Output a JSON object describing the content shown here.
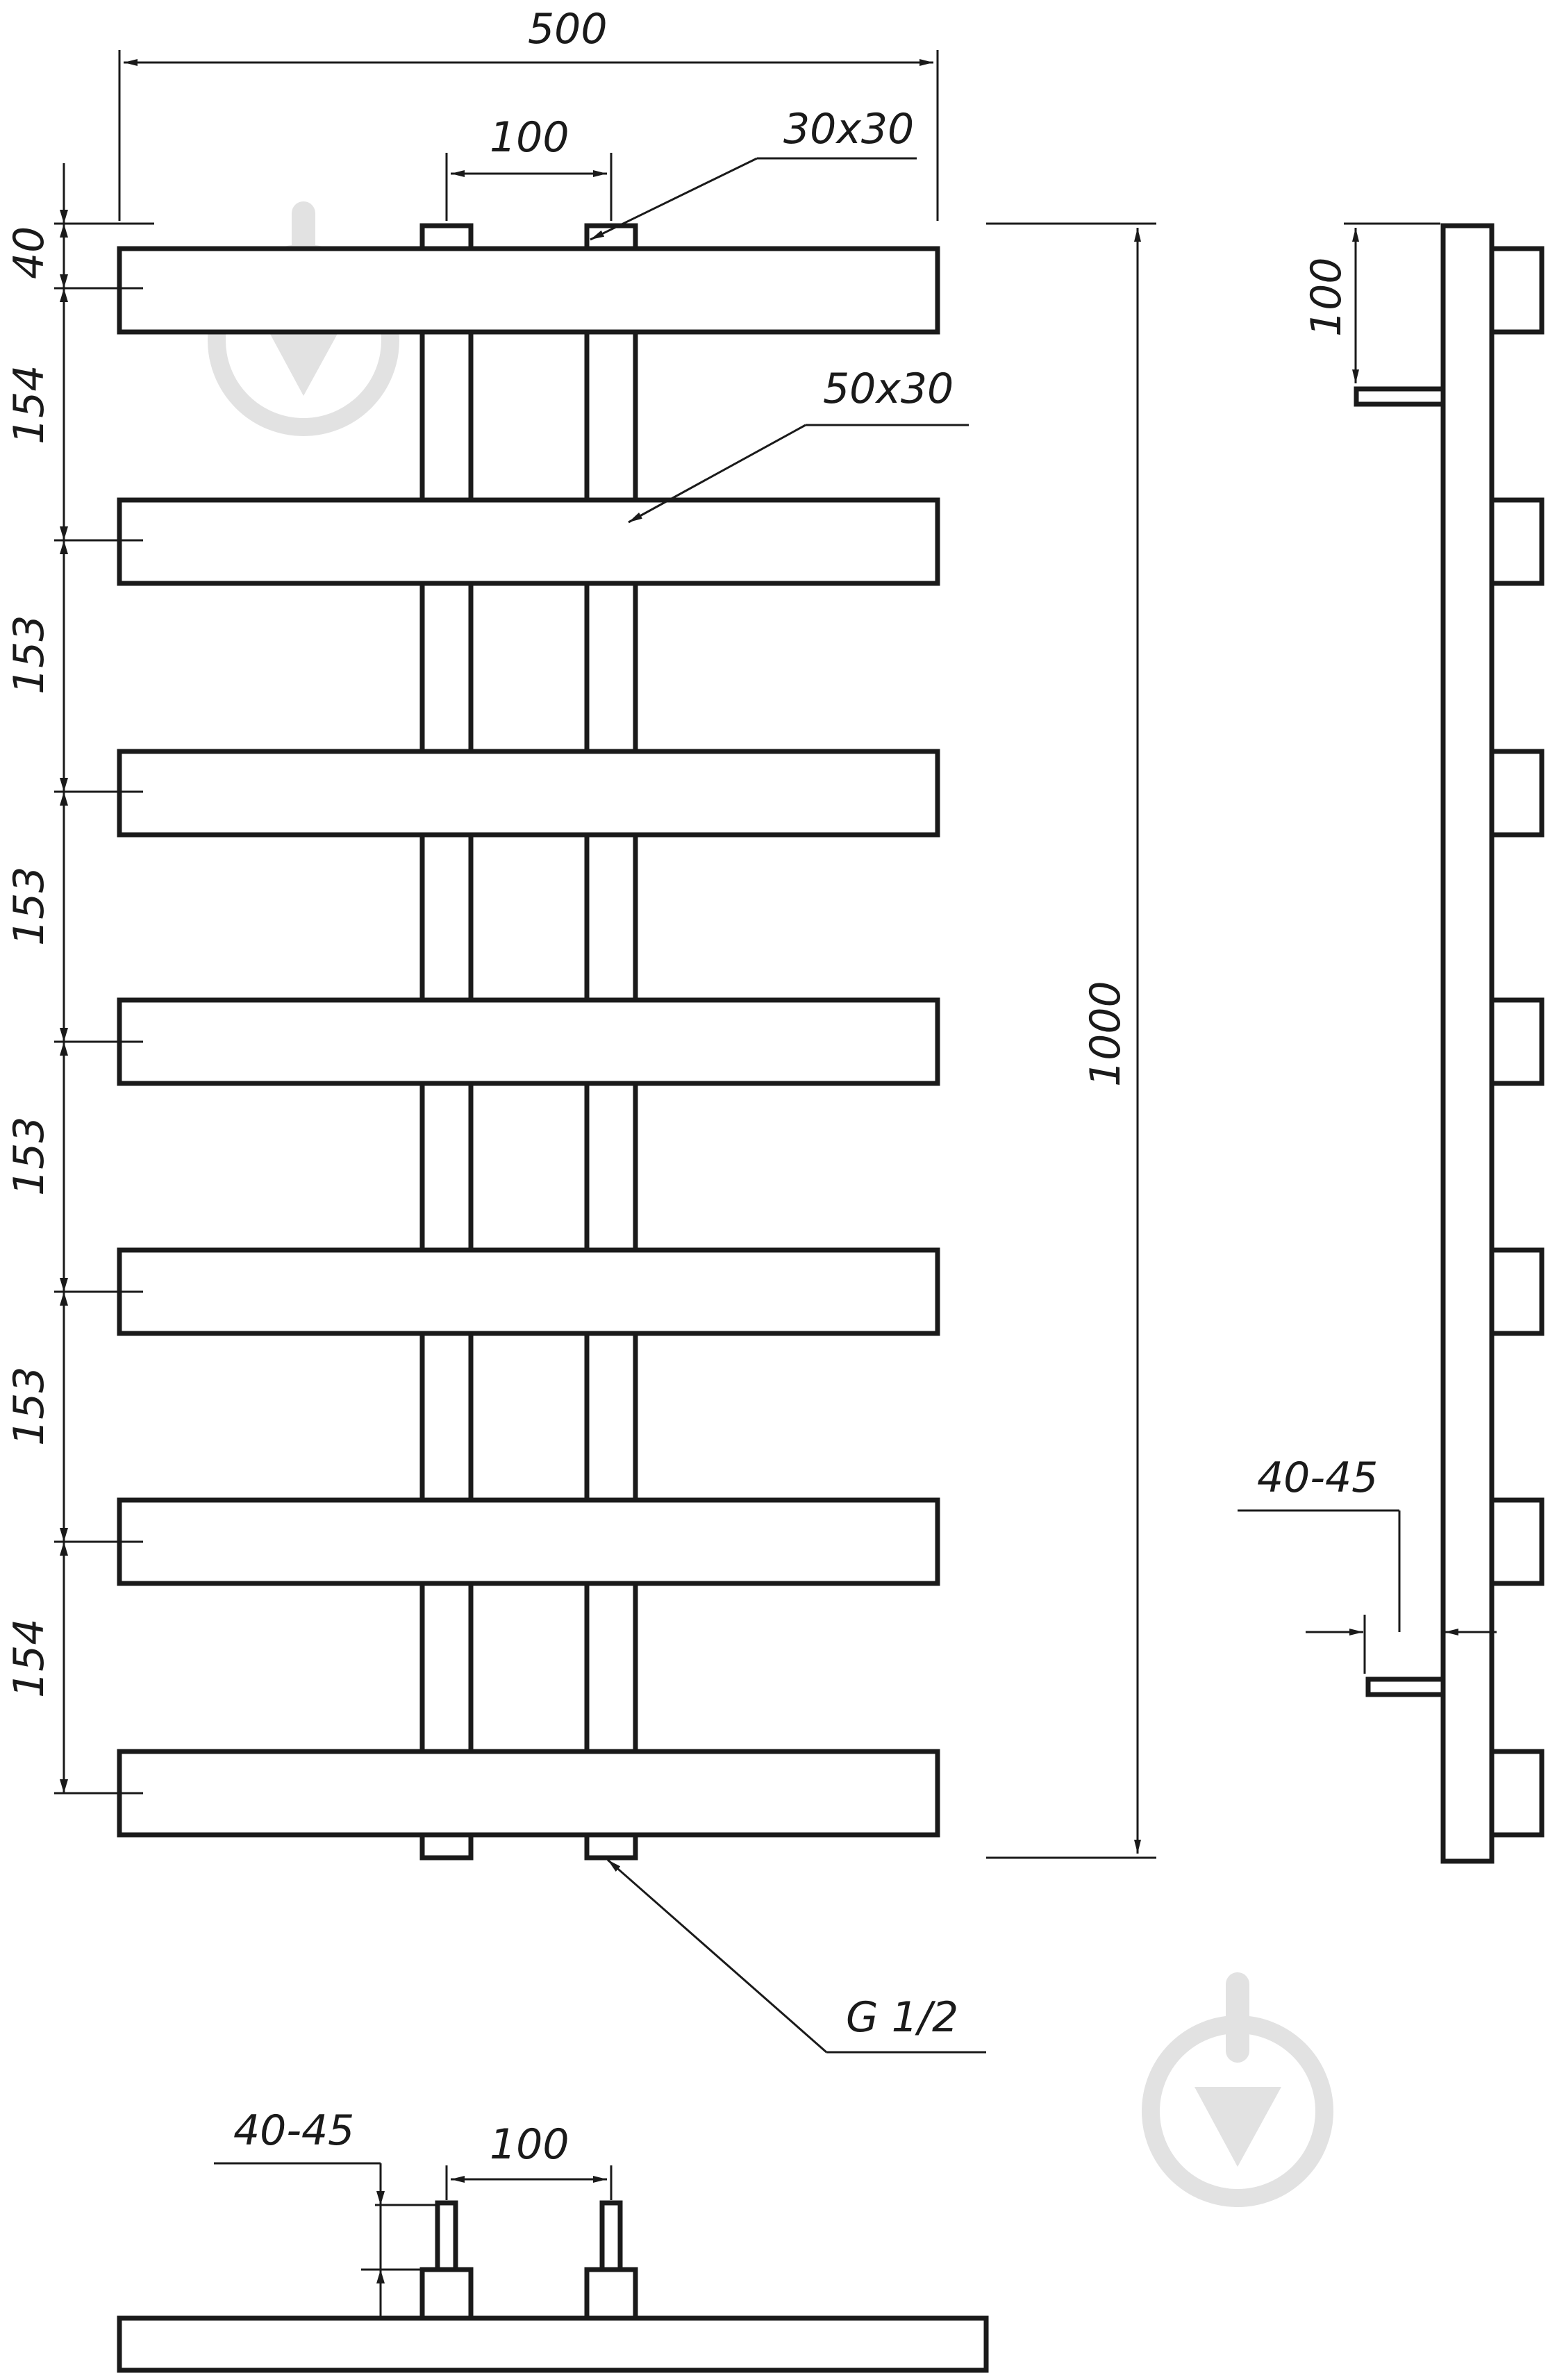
{
  "labels": {
    "overall_width": "500",
    "pipe_spacing_top": "100",
    "pipe_section": "30x30",
    "bar_section": "50x30",
    "top_offset": "40",
    "pitch_1": "154",
    "pitch_2": "153",
    "pitch_3": "153",
    "pitch_4": "153",
    "pitch_5": "153",
    "pitch_6": "154",
    "overall_height": "1000",
    "side_offset": "100",
    "side_distance": "40-45",
    "connection": "G 1/2",
    "bottom_distance": "40-45",
    "pipe_spacing_bottom": "100"
  },
  "watermark_icon": "down-arrow-badge-icon"
}
